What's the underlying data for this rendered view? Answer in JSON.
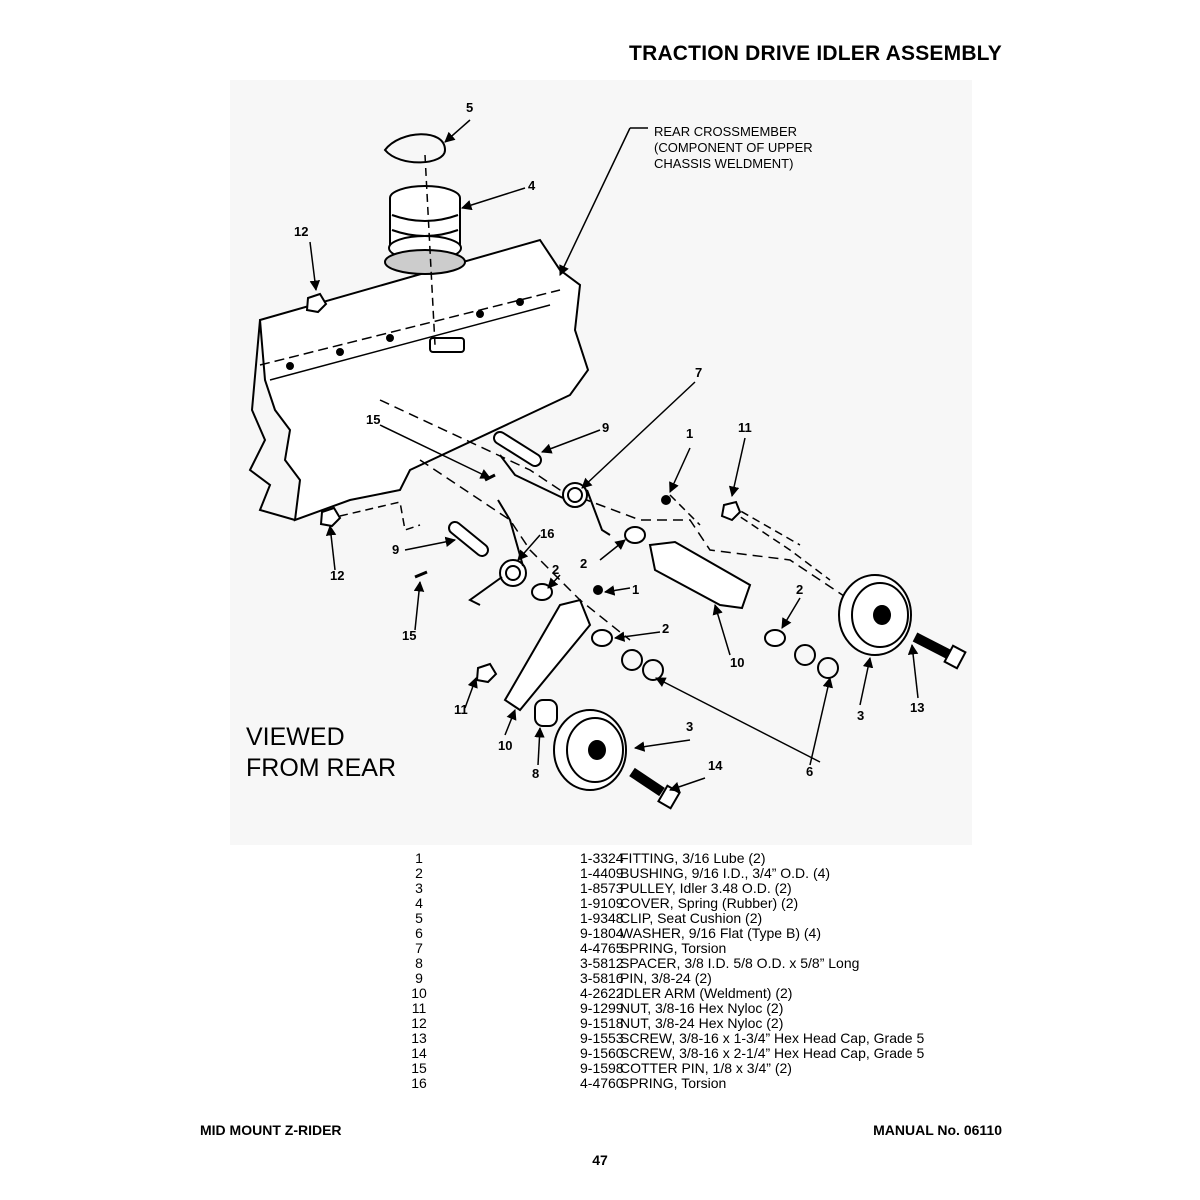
{
  "page": {
    "title": "TRACTION DRIVE IDLER ASSEMBLY",
    "footer_left": "MID MOUNT Z-RIDER",
    "footer_right": "MANUAL No. 06110",
    "page_number": "47"
  },
  "diagram": {
    "view_label": [
      "VIEWED",
      "FROM REAR"
    ],
    "crossmember_note": [
      "REAR CROSSMEMBER",
      "(COMPONENT OF UPPER",
      "CHASSIS WELDMENT)"
    ],
    "callouts": [
      "5",
      "4",
      "12",
      "7",
      "9",
      "15",
      "1",
      "11",
      "16",
      "9",
      "2",
      "12",
      "15",
      "2",
      "1",
      "2",
      "10",
      "3",
      "13",
      "11",
      "10",
      "3",
      "8",
      "14",
      "6",
      "2"
    ]
  },
  "parts": [
    {
      "item": "1",
      "number": "1-3324",
      "description": "FITTING, 3/16 Lube (2)"
    },
    {
      "item": "2",
      "number": "1-4409",
      "description": "BUSHING, 9/16 I.D., 3/4” O.D. (4)"
    },
    {
      "item": "3",
      "number": "1-8573",
      "description": "PULLEY, Idler 3.48 O.D. (2)"
    },
    {
      "item": "4",
      "number": "1-9109",
      "description": "COVER, Spring (Rubber) (2)"
    },
    {
      "item": "5",
      "number": "1-9348",
      "description": "CLIP, Seat Cushion (2)"
    },
    {
      "item": "6",
      "number": "9-1804",
      "description": "WASHER, 9/16 Flat (Type B) (4)"
    },
    {
      "item": "7",
      "number": "4-4765",
      "description": "SPRING, Torsion"
    },
    {
      "item": "8",
      "number": "3-5812",
      "description": "SPACER, 3/8 I.D. 5/8 O.D. x 5/8” Long"
    },
    {
      "item": "9",
      "number": "3-5816",
      "description": "PIN, 3/8-24 (2)"
    },
    {
      "item": "10",
      "number": "4-2622",
      "description": "IDLER ARM (Weldment) (2)"
    },
    {
      "item": "11",
      "number": "9-1299",
      "description": "NUT, 3/8-16 Hex Nyloc (2)"
    },
    {
      "item": "12",
      "number": "9-1518",
      "description": "NUT, 3/8-24 Hex Nyloc (2)"
    },
    {
      "item": "13",
      "number": "9-1553",
      "description": "SCREW, 3/8-16 x 1-3/4” Hex Head Cap, Grade 5"
    },
    {
      "item": "14",
      "number": "9-1560",
      "description": "SCREW, 3/8-16 x 2-1/4” Hex Head Cap, Grade 5"
    },
    {
      "item": "15",
      "number": "9-1598",
      "description": "COTTER PIN, 1/8 x 3/4” (2)"
    },
    {
      "item": "16",
      "number": "4-4760",
      "description": "SPRING, Torsion"
    }
  ]
}
